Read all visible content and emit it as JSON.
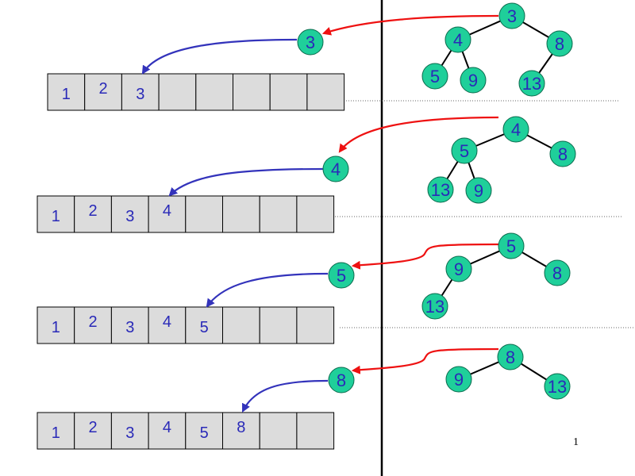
{
  "colors": {
    "cell_fill": "#dcdcdc",
    "cell_stroke": "#000000",
    "node_fill": "#1fcf9a",
    "node_stroke": "#0a6a4c",
    "text": "#2a2ab8",
    "heap_arrow": "#ee1111",
    "array_arrow": "#3333bb",
    "edge": "#000000",
    "divider": "#000000"
  },
  "page_number": "1",
  "steps": [
    {
      "removed": "3",
      "array": [
        "1",
        "2",
        "3",
        "",
        "",
        "",
        "",
        ""
      ],
      "heap": {
        "root": "3",
        "edges": [
          [
            "3",
            "4"
          ],
          [
            "3",
            "8"
          ],
          [
            "4",
            "5"
          ],
          [
            "4",
            "9"
          ],
          [
            "8",
            "13"
          ]
        ],
        "nodes": [
          "3",
          "4",
          "8",
          "5",
          "9",
          "13"
        ]
      }
    },
    {
      "removed": "4",
      "array": [
        "1",
        "2",
        "3",
        "4",
        "",
        "",
        "",
        ""
      ],
      "heap": {
        "root": "4",
        "edges": [
          [
            "4",
            "5"
          ],
          [
            "4",
            "8"
          ],
          [
            "5",
            "13"
          ],
          [
            "5",
            "9"
          ]
        ],
        "nodes": [
          "4",
          "5",
          "8",
          "13",
          "9"
        ]
      }
    },
    {
      "removed": "5",
      "array": [
        "1",
        "2",
        "3",
        "4",
        "5",
        "",
        "",
        ""
      ],
      "heap": {
        "root": "5",
        "edges": [
          [
            "5",
            "9"
          ],
          [
            "5",
            "8"
          ],
          [
            "9",
            "13"
          ]
        ],
        "nodes": [
          "5",
          "9",
          "8",
          "13"
        ]
      }
    },
    {
      "removed": "8",
      "array": [
        "1",
        "2",
        "3",
        "4",
        "5",
        "8",
        "",
        ""
      ],
      "heap": {
        "root": "8",
        "edges": [
          [
            "8",
            "9"
          ],
          [
            "8",
            "13"
          ]
        ],
        "nodes": [
          "8",
          "9",
          "13"
        ]
      }
    }
  ]
}
